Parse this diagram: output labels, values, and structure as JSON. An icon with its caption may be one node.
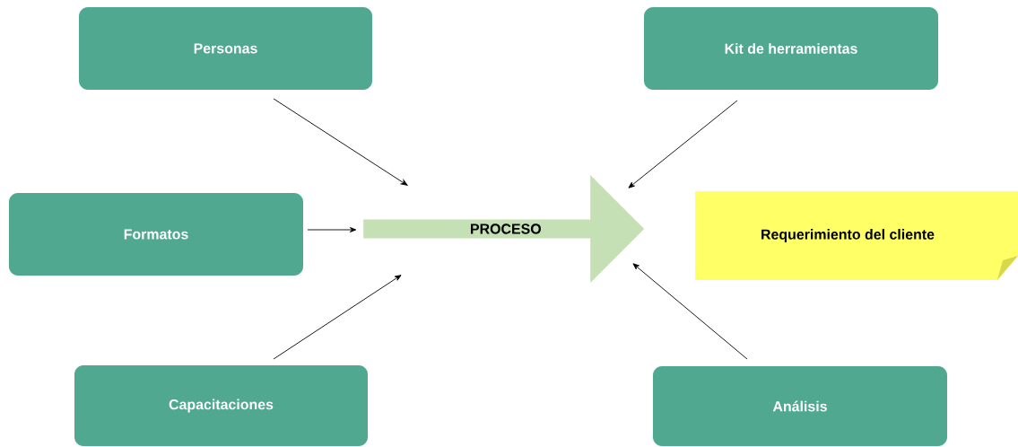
{
  "diagram": {
    "nodes": [
      {
        "text": [
          "Personas"
        ]
      },
      {
        "text": [
          "Kit de herramientas"
        ]
      },
      {
        "text": [
          "Formatos"
        ]
      },
      {
        "text": [
          "PROCESO"
        ]
      },
      {
        "text": [
          "Requerimiento del cliente"
        ]
      },
      {
        "text": [
          "Capacitaciones"
        ]
      },
      {
        "text": [
          "Análisis"
        ]
      }
    ],
    "edges": [
      {
        "from": 0,
        "to": 3,
        "arrow": "to"
      },
      {
        "from": 1,
        "to": 3,
        "arrow": "to"
      },
      {
        "from": 2,
        "to": 3,
        "arrow": "to"
      },
      {
        "from": 5,
        "to": 3,
        "arrow": "to"
      },
      {
        "from": 6,
        "to": 3,
        "arrow": "to"
      }
    ]
  }
}
